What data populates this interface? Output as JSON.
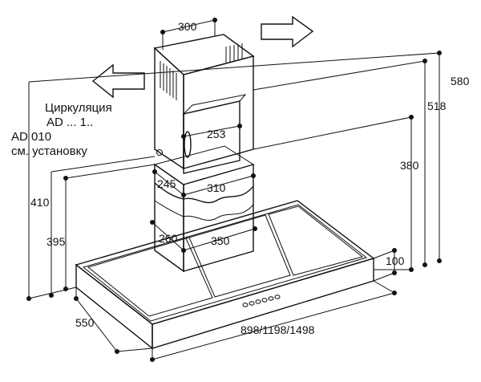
{
  "circulation_note": {
    "line1": "Циркуляция",
    "line2": "AD ... 1..",
    "line3": "AD 010",
    "line4": "см. установку"
  },
  "dimensions": {
    "chimney_top_width": "300",
    "height_580": "580",
    "height_518": "518",
    "height_380": "380",
    "height_410": "410",
    "height_395": "395",
    "inner_253": "253",
    "chimney_depth_245": "245",
    "chimney_width_310": "310",
    "lower_depth_260": "260",
    "lower_width_350": "350",
    "canopy_height_100": "100",
    "canopy_depth_550": "550",
    "canopy_width": "898/1198/1498"
  },
  "airflow_arrows": [
    "left-exhaust-arrow",
    "right-exhaust-arrow"
  ],
  "control_buttons_count": 6
}
